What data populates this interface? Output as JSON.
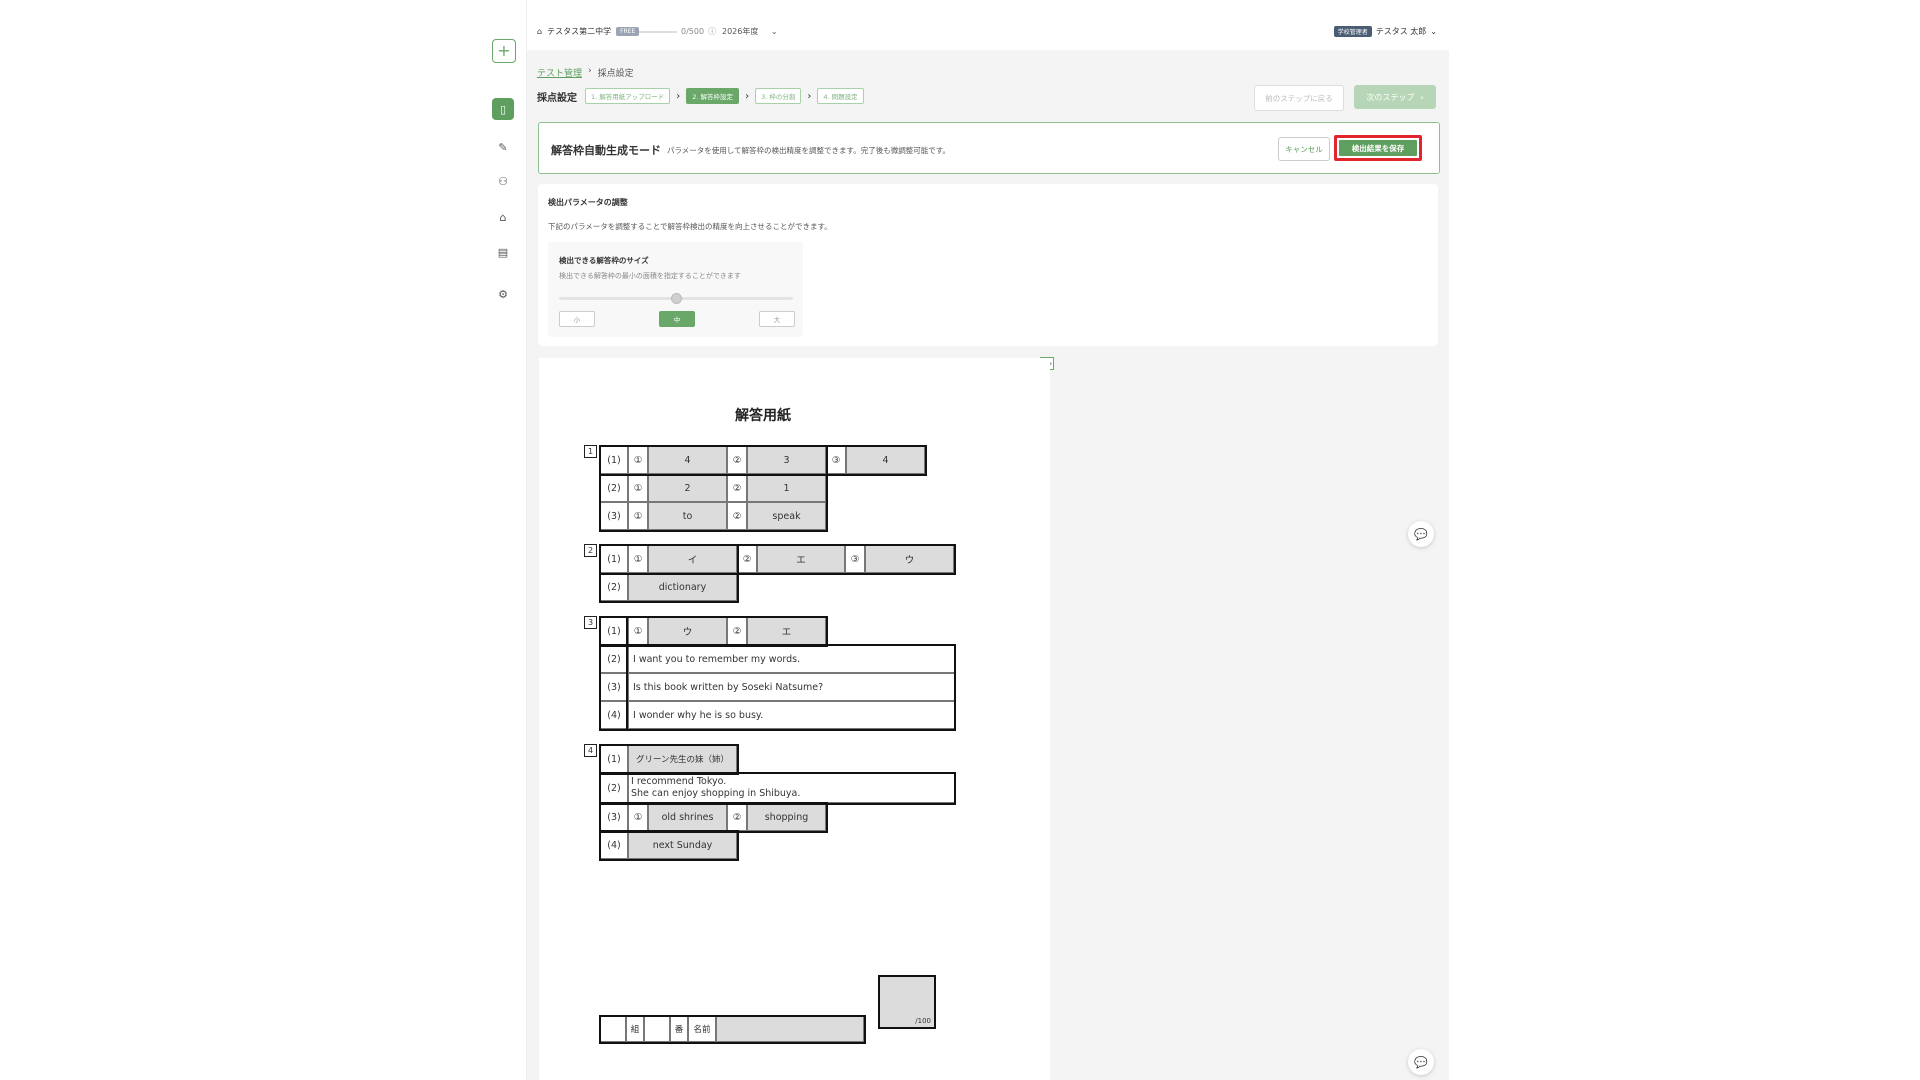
{
  "topbar": {
    "school": "テスタス第二中学",
    "plan_badge": "FREE",
    "quota": "0/500",
    "year": "2026年度",
    "role_badge": "学校管理者",
    "user_name": "テスタス 太郎"
  },
  "breadcrumb": {
    "parent": "テスト管理",
    "separator": "›",
    "current": "採点設定"
  },
  "steps": {
    "title": "採点設定",
    "items": [
      "1. 解答用紙アップロード",
      "2. 解答枠設定",
      "3. 枠の分割",
      "4. 問題設定"
    ]
  },
  "nav_buttons": {
    "prev": "前のステップに戻る",
    "next": "次のステップ"
  },
  "mode": {
    "title": "解答枠自動生成モード",
    "description": "パラメータを使用して解答枠の検出精度を調整できます。完了後も微調整可能です。",
    "cancel": "キャンセル",
    "save": "検出結果を保存"
  },
  "params": {
    "title": "検出パラメータの調整",
    "description": "下記のパラメータを調整することで解答枠検出の精度を向上させることができます。",
    "size_title": "検出できる解答枠のサイズ",
    "size_description": "検出できる解答枠の最小の面積を指定することができます",
    "slider_value": 0.5,
    "options": [
      "小",
      "中",
      "大"
    ]
  },
  "sheet": {
    "title": "解答用紙",
    "section_numbers": [
      "1",
      "2",
      "3",
      "4"
    ],
    "s1": {
      "r1": [
        "(1)",
        "①",
        "4",
        "②",
        "3",
        "③",
        "4"
      ],
      "r2": [
        "(2)",
        "①",
        "2",
        "②",
        "1"
      ],
      "r3": [
        "(3)",
        "①",
        "to",
        "②",
        "speak"
      ]
    },
    "s2": {
      "r1": [
        "(1)",
        "①",
        "イ",
        "②",
        "エ",
        "③",
        "ウ"
      ],
      "r2": [
        "(2)",
        "dictionary"
      ]
    },
    "s3": {
      "r1": [
        "(1)",
        "①",
        "ウ",
        "②",
        "エ"
      ],
      "r2": [
        "(2)",
        "I want you to remember my words."
      ],
      "r3": [
        "(3)",
        "Is this book written by Soseki Natsume?"
      ],
      "r4": [
        "(4)",
        "I wonder why he is so busy."
      ]
    },
    "s4": {
      "r1": [
        "(1)",
        "グリーン先生の妹（姉）"
      ],
      "r2": [
        "(2)",
        "I recommend Tokyo.",
        "She can enjoy shopping in Shibuya."
      ],
      "r3": [
        "(3)",
        "①",
        "old shrines",
        "②",
        "shopping"
      ],
      "r4": [
        "(4)",
        "next Sunday"
      ]
    },
    "footer": {
      "class": "組",
      "number": "番",
      "name": "名前",
      "score": "/100"
    }
  }
}
